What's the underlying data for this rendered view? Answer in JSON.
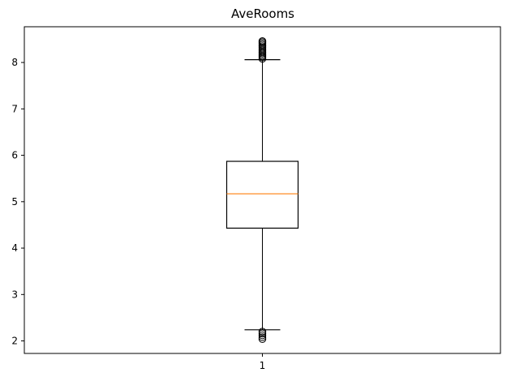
{
  "chart_data": {
    "type": "box",
    "title": "AveRooms",
    "xlabel": "",
    "ylabel": "",
    "categories": [
      "1"
    ],
    "ylim": [
      1.73,
      8.77
    ],
    "yticks": [
      2,
      3,
      4,
      5,
      6,
      7,
      8
    ],
    "grid": false,
    "boxes": [
      {
        "category": "1",
        "whisker_low": 2.24,
        "q1": 4.43,
        "median": 5.17,
        "q3": 5.87,
        "whisker_high": 8.06,
        "outliers_high": [
          8.08,
          8.11,
          8.14,
          8.17,
          8.2,
          8.23,
          8.26,
          8.29,
          8.32,
          8.35,
          8.38,
          8.41,
          8.44,
          8.46
        ],
        "outliers_low": [
          2.04,
          2.08,
          2.12,
          2.16,
          2.2
        ]
      }
    ],
    "colors": {
      "box": "#000000",
      "median": "#ff7f0e",
      "outlier": "#000000"
    }
  }
}
